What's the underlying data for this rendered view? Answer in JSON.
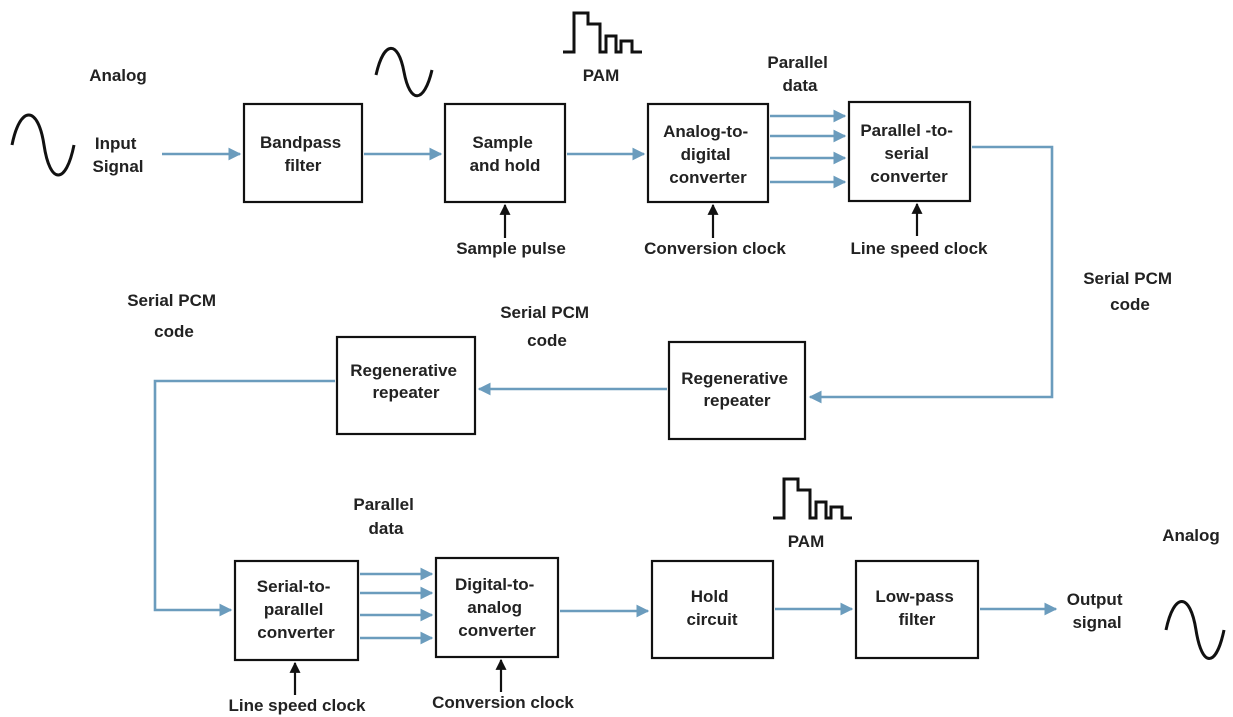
{
  "colors": {
    "signal_line": "#6b9cbd",
    "box_border": "#111111",
    "text": "#222222"
  },
  "labels": {
    "analog_in": "Analog",
    "input_signal": [
      "Input",
      "Signal"
    ],
    "pam_top": "PAM",
    "parallel_data_top": [
      "Parallel",
      "data"
    ],
    "serial_pcm_right": [
      "Serial PCM",
      "code"
    ],
    "serial_pcm_middle": [
      "Serial PCM",
      "code"
    ],
    "serial_pcm_left": [
      "Serial PCM",
      "code"
    ],
    "parallel_data_bottom": [
      "Parallel",
      "data"
    ],
    "pam_bottom": "PAM",
    "analog_out": "Analog",
    "output_signal": [
      "Output",
      "signal"
    ]
  },
  "blocks": {
    "bandpass_filter": [
      "Bandpass",
      "filter"
    ],
    "sample_and_hold": [
      "Sample",
      "and hold"
    ],
    "adc": [
      "Analog-to-",
      "digital",
      "converter"
    ],
    "p_to_s": [
      "Parallel -to-",
      "serial",
      "converter"
    ],
    "repeater_right": [
      "Regenerative",
      "repeater"
    ],
    "repeater_left": [
      "Regenerative",
      "repeater"
    ],
    "s_to_p": [
      "Serial-to-",
      "parallel",
      "converter"
    ],
    "dac": [
      "Digital-to-",
      "analog",
      "converter"
    ],
    "hold_circuit": [
      "Hold",
      "circuit"
    ],
    "lowpass_filter": [
      "Low-pass",
      "filter"
    ]
  },
  "clocks": {
    "sample_pulse": "Sample pulse",
    "conversion_clock_top": "Conversion clock",
    "line_speed_clock_top": "Line speed clock",
    "line_speed_clock_bottom": "Line speed clock",
    "conversion_clock_bottom": "Conversion clock"
  },
  "icons": {
    "analog_in_wave": "sine-wave-icon",
    "filtered_wave": "sine-wave-icon",
    "pam_top_wave": "pam-waveform-icon",
    "pam_bottom_wave": "pam-waveform-icon",
    "analog_out_wave": "sine-wave-icon"
  }
}
